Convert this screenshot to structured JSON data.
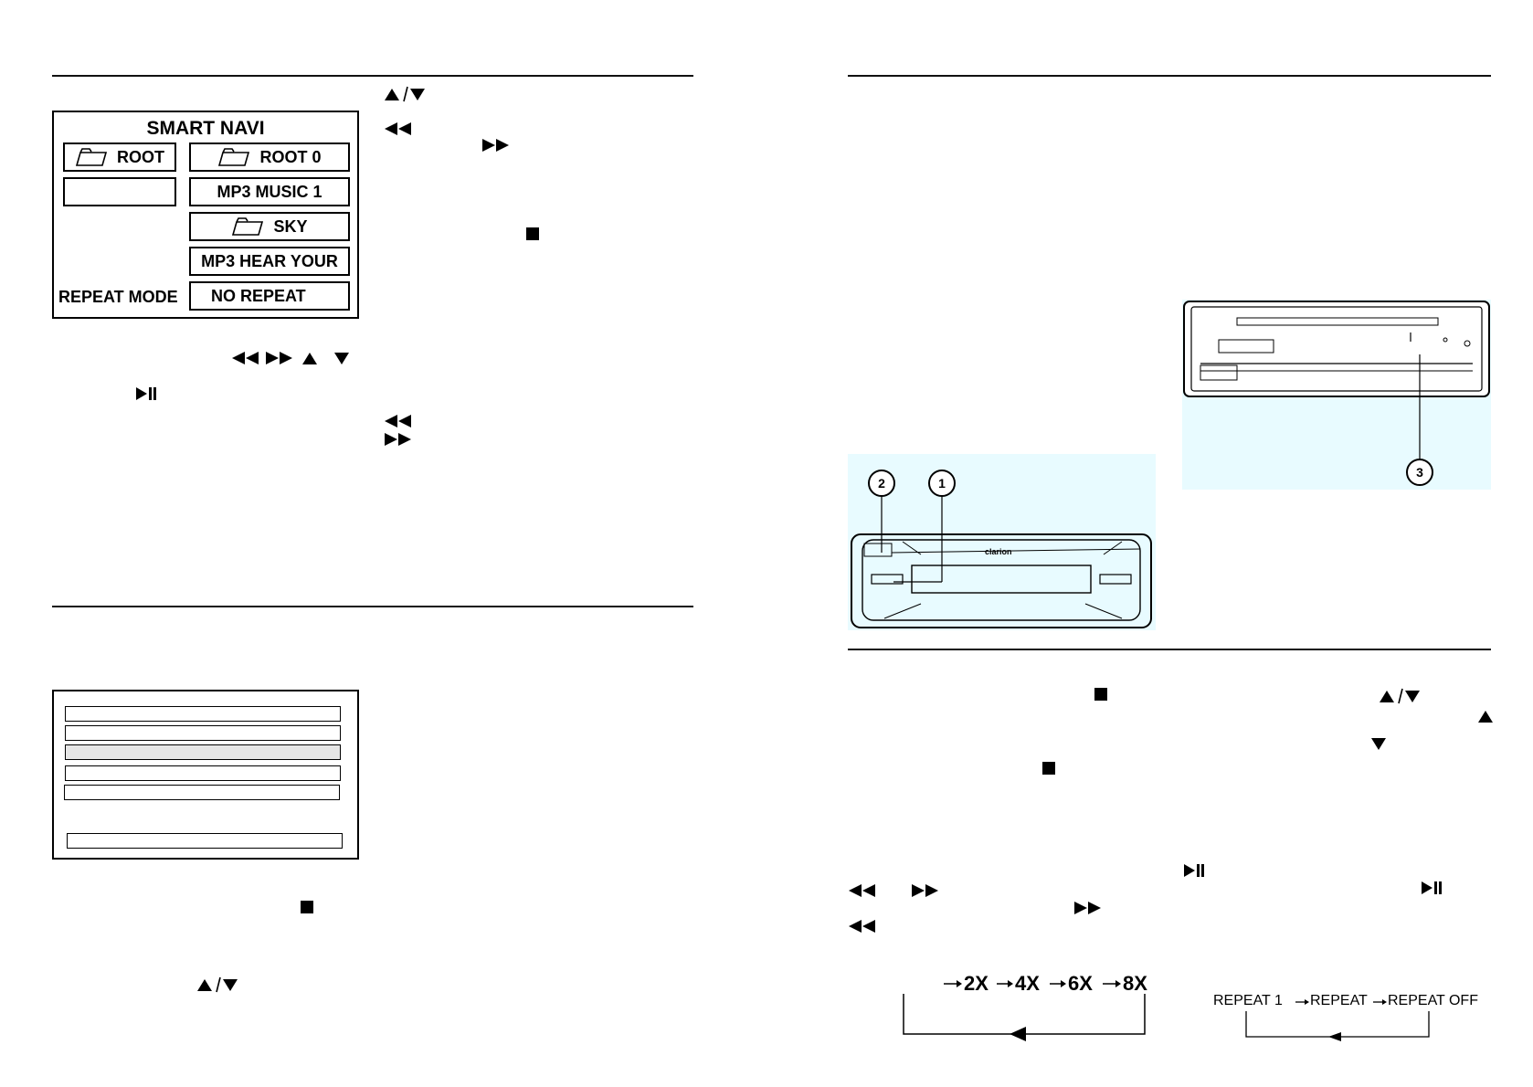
{
  "smart_navi": {
    "title": "SMART NAVI",
    "left_root": "ROOT",
    "right_items": [
      "ROOT 0",
      "MP3 MUSIC 1",
      "SKY",
      "MP3 HEAR YOUR"
    ],
    "repeat_label": "REPEAT MODE",
    "repeat_value": "NO REPEAT"
  },
  "device": {
    "brand": "clarion",
    "callouts": [
      "2",
      "1",
      "3"
    ]
  },
  "speed_sequence": {
    "steps": [
      "2X",
      "4X",
      "6X",
      "8X"
    ]
  },
  "repeat_sequence": {
    "steps": [
      "REPEAT 1",
      "REPEAT",
      "REPEAT OFF"
    ]
  },
  "icons": {
    "up_down": "up-down-arrow-icon",
    "rewind": "rewind-icon",
    "fast_forward": "fast-forward-icon",
    "stop": "stop-icon",
    "play_pause": "play-pause-icon",
    "up": "up-triangle-icon",
    "down": "down-triangle-icon",
    "folder": "folder-icon"
  }
}
